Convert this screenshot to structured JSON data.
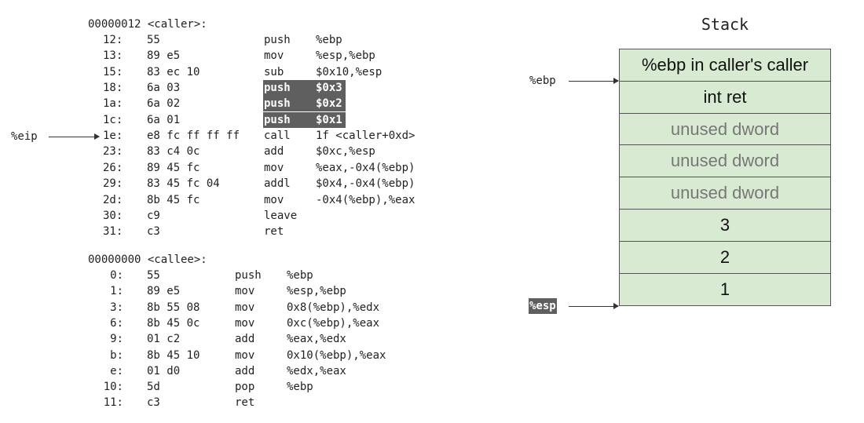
{
  "caller": {
    "header": "00000012 <caller>:",
    "lines": [
      {
        "addr": "12:",
        "bytes": "55",
        "op": "push",
        "args": "%ebp",
        "highlight": false
      },
      {
        "addr": "13:",
        "bytes": "89 e5",
        "op": "mov",
        "args": "%esp,%ebp",
        "highlight": false
      },
      {
        "addr": "15:",
        "bytes": "83 ec 10",
        "op": "sub",
        "args": "$0x10,%esp",
        "highlight": false
      },
      {
        "addr": "18:",
        "bytes": "6a 03",
        "op": "push",
        "args": "$0x3",
        "highlight": true
      },
      {
        "addr": "1a:",
        "bytes": "6a 02",
        "op": "push",
        "args": "$0x2",
        "highlight": true
      },
      {
        "addr": "1c:",
        "bytes": "6a 01",
        "op": "push",
        "args": "$0x1",
        "highlight": true
      },
      {
        "addr": "1e:",
        "bytes": "e8 fc ff ff ff",
        "op": "call",
        "args": "1f <caller+0xd>",
        "highlight": false
      },
      {
        "addr": "23:",
        "bytes": "83 c4 0c",
        "op": "add",
        "args": "$0xc,%esp",
        "highlight": false
      },
      {
        "addr": "26:",
        "bytes": "89 45 fc",
        "op": "mov",
        "args": "%eax,-0x4(%ebp)",
        "highlight": false
      },
      {
        "addr": "29:",
        "bytes": "83 45 fc 04",
        "op": "addl",
        "args": "$0x4,-0x4(%ebp)",
        "highlight": false
      },
      {
        "addr": "2d:",
        "bytes": "8b 45 fc",
        "op": "mov",
        "args": "-0x4(%ebp),%eax",
        "highlight": false
      },
      {
        "addr": "30:",
        "bytes": "c9",
        "op": "leave",
        "args": "",
        "highlight": false
      },
      {
        "addr": "31:",
        "bytes": "c3",
        "op": "ret",
        "args": "",
        "highlight": false
      }
    ]
  },
  "callee": {
    "header": "00000000 <callee>:",
    "lines": [
      {
        "addr": "0:",
        "bytes": "55",
        "op": "push",
        "args": "%ebp"
      },
      {
        "addr": "1:",
        "bytes": "89 e5",
        "op": "mov",
        "args": "%esp,%ebp"
      },
      {
        "addr": "3:",
        "bytes": "8b 55 08",
        "op": "mov",
        "args": "0x8(%ebp),%edx"
      },
      {
        "addr": "6:",
        "bytes": "8b 45 0c",
        "op": "mov",
        "args": "0xc(%ebp),%eax"
      },
      {
        "addr": "9:",
        "bytes": "01 c2",
        "op": "add",
        "args": "%eax,%edx"
      },
      {
        "addr": "b:",
        "bytes": "8b 45 10",
        "op": "mov",
        "args": "0x10(%ebp),%eax"
      },
      {
        "addr": "e:",
        "bytes": "01 d0",
        "op": "add",
        "args": "%edx,%eax"
      },
      {
        "addr": "10:",
        "bytes": "5d",
        "op": "pop",
        "args": "%ebp"
      },
      {
        "addr": "11:",
        "bytes": "c3",
        "op": "ret",
        "args": ""
      }
    ]
  },
  "pointers": {
    "eip": "%eip",
    "ebp": "%ebp",
    "esp": "%esp"
  },
  "stack": {
    "title": "Stack",
    "cells": [
      {
        "label": "%ebp in caller's caller",
        "dim": false
      },
      {
        "label": "int ret",
        "dim": false
      },
      {
        "label": "unused dword",
        "dim": true
      },
      {
        "label": "unused dword",
        "dim": true
      },
      {
        "label": "unused dword",
        "dim": true
      },
      {
        "label": "3",
        "dim": false
      },
      {
        "label": "2",
        "dim": false
      },
      {
        "label": "1",
        "dim": false
      }
    ]
  },
  "colors": {
    "highlight": "#5f5f5f",
    "stack_fill": "#d9ead3"
  }
}
